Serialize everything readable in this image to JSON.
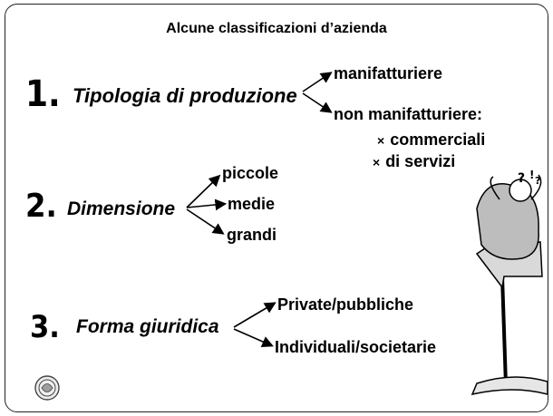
{
  "slide": {
    "title": "Alcune classificazioni d’azienda",
    "sections": [
      {
        "number": "1.",
        "label": "Tipologia di produzione",
        "items": [
          "manifatturiere",
          "non manifatturiere:"
        ],
        "subitems": [
          "commerciali",
          "di servizi"
        ]
      },
      {
        "number": "2.",
        "label": "Dimensione",
        "items": [
          "piccole",
          "medie",
          "grandi"
        ]
      },
      {
        "number": "3.",
        "label": "Forma giuridica",
        "items": [
          "Private/pubbliche",
          "Individuali/societarie"
        ]
      }
    ],
    "bullet_glyph": "×"
  }
}
